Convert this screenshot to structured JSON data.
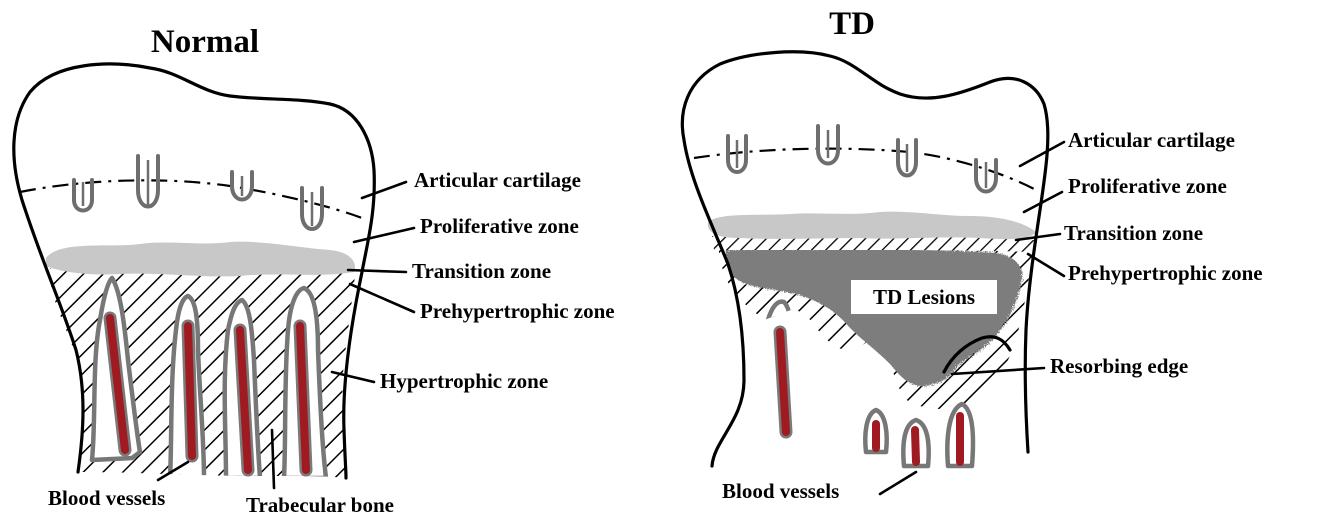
{
  "panels": {
    "normal": {
      "title": "Normal",
      "labels": {
        "articular_cartilage": "Articular cartilage",
        "proliferative_zone": "Proliferative zone",
        "transition_zone": "Transition zone",
        "prehypertrophic_zone": "Prehypertrophic zone",
        "hypertrophic_zone": "Hypertrophic zone",
        "blood_vessels": "Blood vessels",
        "trabecular_bone": "Trabecular bone"
      }
    },
    "td": {
      "title": "TD",
      "lesion_label": "TD Lesions",
      "labels": {
        "articular_cartilage": "Articular cartilage",
        "proliferative_zone": "Proliferative zone",
        "transition_zone": "Transition zone",
        "prehypertrophic_zone": "Prehypertrophic zone",
        "resorbing_edge": "Resorbing edge",
        "blood_vessels": "Blood vessels"
      }
    }
  },
  "colors": {
    "transition_zone_fill": "#c8c8c8",
    "lesion_fill": "#7d7d7d",
    "blood_vessel": "#a01a22",
    "trabecular_outline": "#777777",
    "outline": "#000000"
  }
}
